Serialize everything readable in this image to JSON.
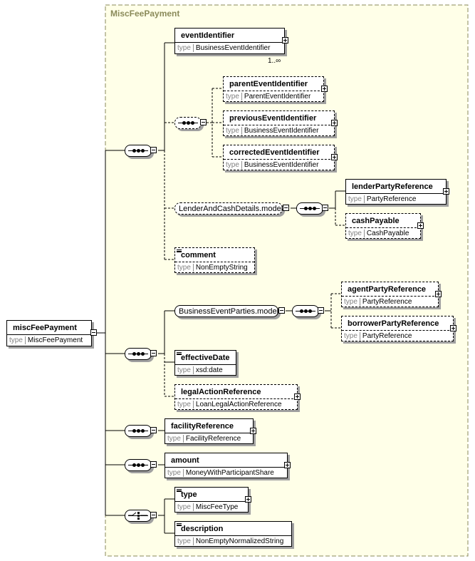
{
  "group": {
    "title": "MiscFeePayment"
  },
  "type_key": "type",
  "root": {
    "name": "miscFeePayment",
    "type": "MiscFeePayment"
  },
  "elements": {
    "eventIdentifier": {
      "name": "eventIdentifier",
      "type": "BusinessEventIdentifier",
      "occurs": "1..∞"
    },
    "parentEventIdentifier": {
      "name": "parentEventIdentifier",
      "type": "ParentEventIdentifier"
    },
    "previousEventIdentifier": {
      "name": "previousEventIdentifier",
      "type": "BusinessEventIdentifier"
    },
    "correctedEventIdentifier": {
      "name": "correctedEventIdentifier",
      "type": "BusinessEventIdentifier"
    },
    "lenderPartyReference": {
      "name": "lenderPartyReference",
      "type": "PartyReference"
    },
    "cashPayable": {
      "name": "cashPayable",
      "type": "CashPayable"
    },
    "comment": {
      "name": "comment",
      "type": "NonEmptyString"
    },
    "agentPartyReference": {
      "name": "agentPartyReference",
      "type": "PartyReference"
    },
    "borrowerPartyReference": {
      "name": "borrowerPartyReference",
      "type": "PartyReference"
    },
    "effectiveDate": {
      "name": "effectiveDate",
      "type": "xsd:date"
    },
    "legalActionReference": {
      "name": "legalActionReference",
      "type": "LoanLegalActionReference"
    },
    "facilityReference": {
      "name": "facilityReference",
      "type": "FacilityReference"
    },
    "amount": {
      "name": "amount",
      "type": "MoneyWithParticipantShare"
    },
    "type": {
      "name": "type",
      "type": "MiscFeeType"
    },
    "description": {
      "name": "description",
      "type": "NonEmptyNormalizedString"
    }
  },
  "models": {
    "lenderAndCash": "LenderAndCashDetails.model",
    "businessEventParties": "BusinessEventParties.model"
  },
  "colors": {
    "group_border": "#8a8a5a",
    "group_fill": "#ffffe8",
    "shadow": "#a0a0a0",
    "type_key": "#808080"
  }
}
